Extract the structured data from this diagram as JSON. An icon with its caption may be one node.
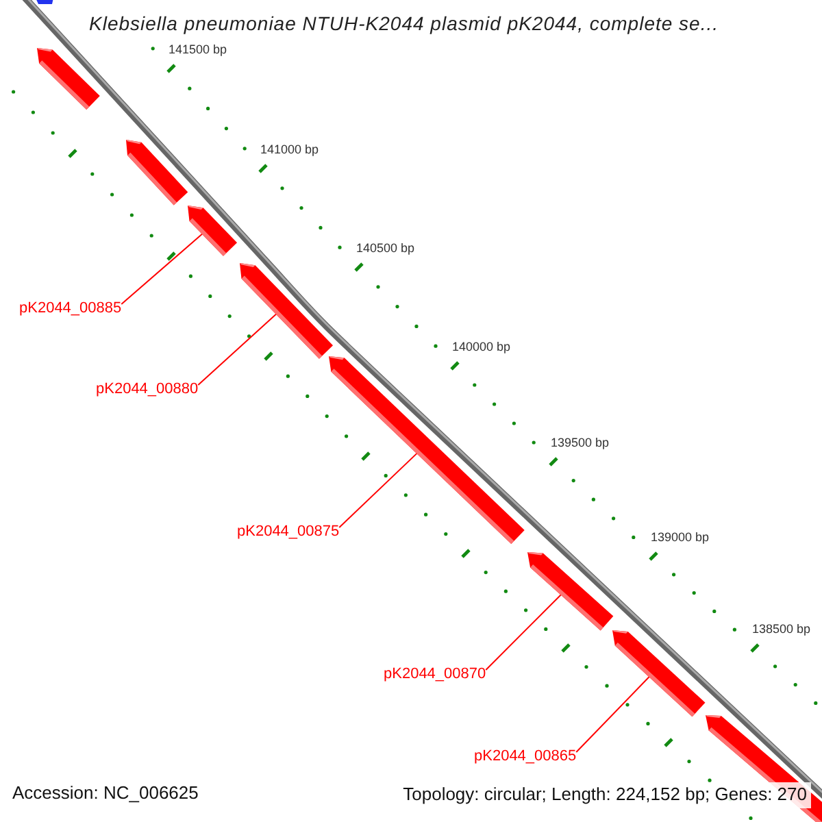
{
  "diagram": {
    "title": "Klebsiella pneumoniae NTUH-K2044 plasmid pK2044, complete se...",
    "nodes": [
      {
        "text": [],
        "shape": "bar"
      },
      {
        "text": [],
        "shape": "bar"
      },
      {
        "text": [],
        "shape": "bar"
      },
      {
        "text": [],
        "shape": "bar"
      },
      {
        "text": [],
        "shape": "bar"
      },
      {
        "text": [],
        "shape": "bar"
      },
      {
        "text": [],
        "shape": "bar"
      },
      {
        "text": [],
        "shape": "bar"
      },
      {
        "text": [
          "pK2044_00885"
        ]
      },
      {
        "text": [
          "pK2044_00880"
        ]
      },
      {
        "text": [
          "pK2044_00875"
        ]
      },
      {
        "text": [
          "pK2044_00870"
        ]
      },
      {
        "text": [
          "pK2044_00865"
        ]
      }
    ],
    "edges": [
      {
        "from": 8,
        "to": 2,
        "arrow": "none"
      },
      {
        "from": 9,
        "to": 3,
        "arrow": "none"
      },
      {
        "from": 10,
        "to": 4,
        "arrow": "none"
      },
      {
        "from": 11,
        "to": 5,
        "arrow": "none"
      },
      {
        "from": 12,
        "to": 6,
        "arrow": "none"
      }
    ],
    "labels": [
      "141500 bp",
      "141000 bp",
      "140500 bp",
      "140000 bp",
      "139500 bp",
      "139000 bp",
      "138500 bp",
      "Accession: NC_006625",
      "Topology: circular; Length: 224,152 bp; Genes: 270"
    ]
  }
}
